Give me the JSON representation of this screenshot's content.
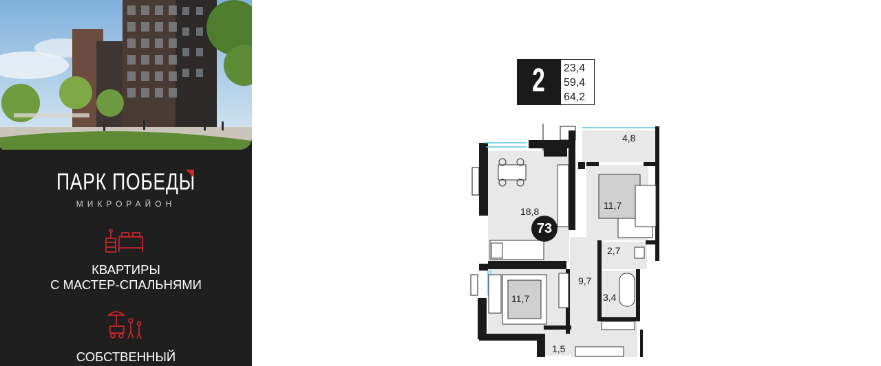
{
  "promo": {
    "brand_name": "ПАРК ПОБЕДЫ",
    "brand_subtitle": "МИКРОРАЙОН",
    "feature_1_line1": "КВАРТИРЫ",
    "feature_1_line2": "С МАСТЕР-СПАЛЬНЯМИ",
    "feature_2_line1": "СОБСТВЕННЫЙ",
    "accent_color": "#d6262c",
    "feature_1_icon": "bedroom-icon",
    "feature_2_icon": "family-park-icon"
  },
  "apartment": {
    "rooms": "2",
    "area_living": "23,4",
    "area_usable": "59,4",
    "area_total": "64,2",
    "number": "73"
  },
  "rooms": {
    "balcony": "4,8",
    "kitchen_living": "18,8",
    "bedroom_1": "11,7",
    "bathroom": "2,7",
    "hall": "9,7",
    "bath": "3,4",
    "bedroom_2": "11,7",
    "storage": "1,5"
  }
}
